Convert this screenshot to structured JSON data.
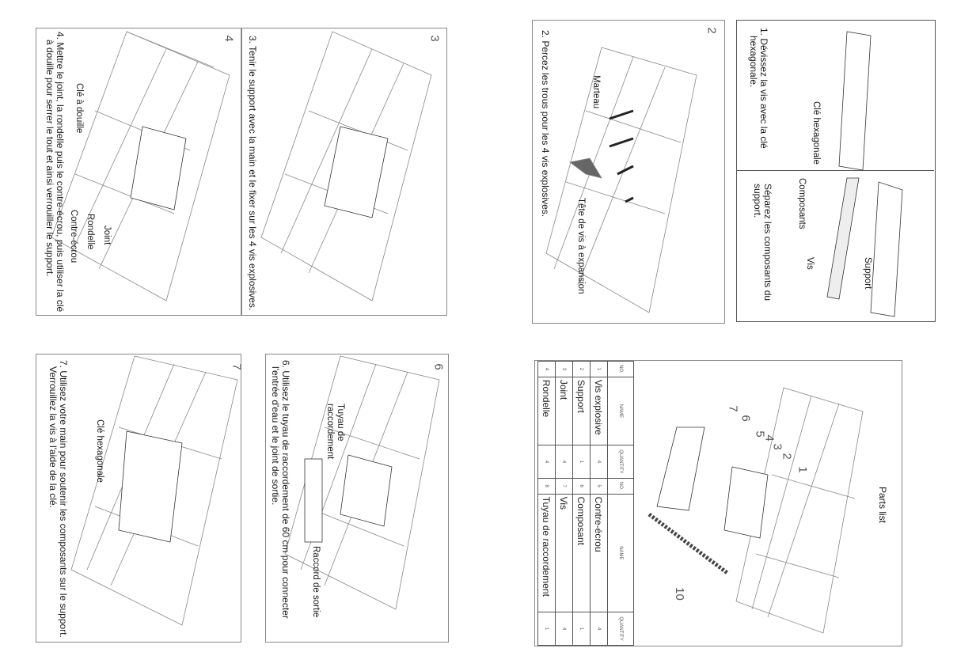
{
  "parts_list": {
    "title": "Parts list",
    "headers": {
      "no": "NO.",
      "name": "NAME",
      "quantity": "QUANTITY"
    },
    "rows": [
      {
        "no": "1",
        "name": "Vis explosive",
        "qty": "4",
        "no2": "5",
        "name2": "Contre-écrou",
        "qty2": "4"
      },
      {
        "no": "2",
        "name": "Support",
        "qty": "1",
        "no2": "6",
        "name2": "Composant",
        "qty2": "1"
      },
      {
        "no": "3",
        "name": "Joint",
        "qty": "4",
        "no2": "7",
        "name2": "Vis",
        "qty2": "4"
      },
      {
        "no": "4",
        "name": "Rondelle",
        "qty": "4",
        "no2": "8",
        "name2": "Tuyau de raccordement",
        "qty2": "1"
      }
    ],
    "callouts": [
      "1",
      "2",
      "3",
      "4",
      "5",
      "6",
      "7",
      "10"
    ]
  },
  "step1": {
    "caption_line1": "1. Dévissez la vis avec la clé",
    "caption_line2": "hexagonale.",
    "caption_b_line1": "Séparez les composants du",
    "caption_b_line2": "support.",
    "label_key": "Clé hexagonale",
    "label_components": "Composants",
    "label_screws": "Vis",
    "label_support": "Support"
  },
  "step2": {
    "number": "2",
    "caption": "2. Percez les trous pour les 4 vis explosives.",
    "label_hammer": "Marteau",
    "label_screw": "Tête de vis à expansion"
  },
  "step3": {
    "number": "3",
    "caption": "3. Tenir le support avec la main et le fixer sur les 4 vis explosives."
  },
  "step4": {
    "number": "4",
    "caption_line1": "4.  Mettre le joint, la rondelle puis le contre-écrou, puis utiliser la clé",
    "caption_line2": "à douille pour serrer le tout et ainsi verrouiller le support.",
    "label_wrench": "Clé à douille",
    "label_joint": "Joint",
    "label_washer": "Rondelle",
    "label_nut": "Contre-écrou"
  },
  "step6": {
    "number": "6",
    "caption_line1": "6. Utilisez le tuyau de raccordement de 60 cm pour connecter",
    "caption_line2": "l'entrée d'eau et le joint de sortie.",
    "label_hose_1": "Tuyau de",
    "label_hose_2": "raccordement",
    "label_outlet": "Raccord de sortie"
  },
  "step7": {
    "number": "7",
    "caption_line1": "7. Utilisez votre main pour soutenir les composants sur le support.",
    "caption_line2": "Verrouillez la vis à l'aide de la clé.",
    "label_key": "Clé hexagonale"
  }
}
